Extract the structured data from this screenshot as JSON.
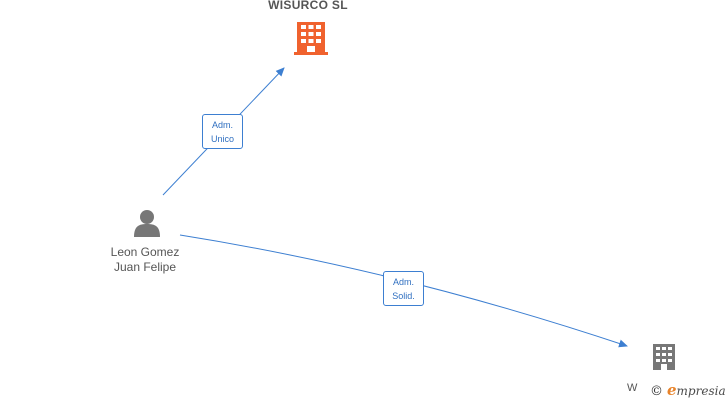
{
  "company_top": {
    "name": "WISURCO  SL",
    "icon": "building-icon",
    "color": "#f0622e"
  },
  "company_bottom": {
    "name": "W",
    "icon": "building-icon",
    "color": "#777777"
  },
  "person": {
    "name": "Leon Gomez\nJuan Felipe",
    "icon": "person-icon",
    "color": "#777777"
  },
  "edges": [
    {
      "label": "Adm.\nUnico",
      "from": "person",
      "to": "company_top"
    },
    {
      "label": "Adm.\nSolid.",
      "from": "person",
      "to": "company_bottom"
    }
  ],
  "edge_color": "#3d7fd1",
  "footer": {
    "copyright": "©",
    "brand_initial": "e",
    "brand_rest": "mpresia"
  }
}
